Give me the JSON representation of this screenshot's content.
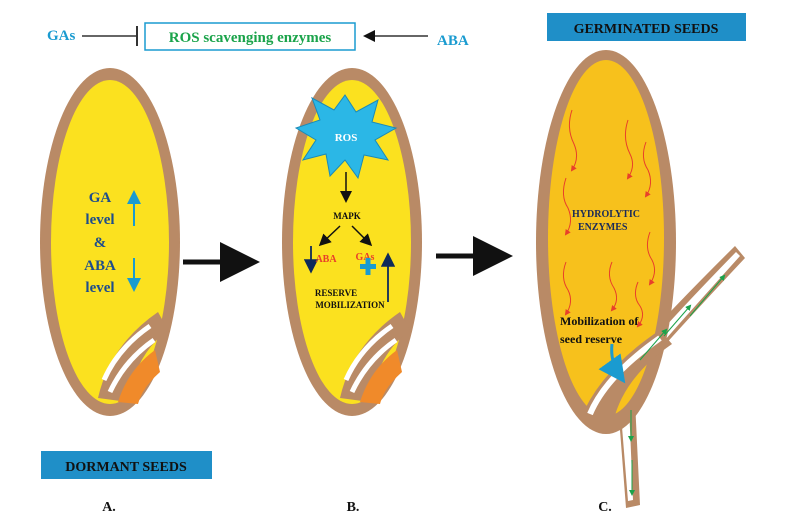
{
  "top": {
    "gas_label": "GAs",
    "ros_box_label": "ROS scavenging enzymes",
    "aba_label": "ABA"
  },
  "seed_a": {
    "line1": "GA",
    "line2": "level",
    "line3": "&",
    "line4": "ABA",
    "line5": "level",
    "banner": "DORMANT SEEDS",
    "letter": "A."
  },
  "seed_b": {
    "ros": "ROS",
    "mapk": "MAPK",
    "aba": "ABA",
    "gas": "GAs",
    "reserve_line1": "RESERVE",
    "reserve_line2": "MOBILIZATION",
    "letter": "B."
  },
  "seed_c": {
    "banner": "GERMINATED SEEDS",
    "hydro_line1": "HYDROLYTIC",
    "hydro_line2": "ENZYMES",
    "mob_line1": "Mobilization of",
    "mob_line2": "seed reserve",
    "letter": "C."
  },
  "colors": {
    "seed_coat": "#b98a66",
    "endosperm_yellow": "#fbe11f",
    "endosperm_orange": "#f7c11c",
    "text_teal": "#1a9bd0",
    "text_green": "#1aa34a",
    "text_red": "#e8402a",
    "banner_blue": "#1f8fc8"
  }
}
